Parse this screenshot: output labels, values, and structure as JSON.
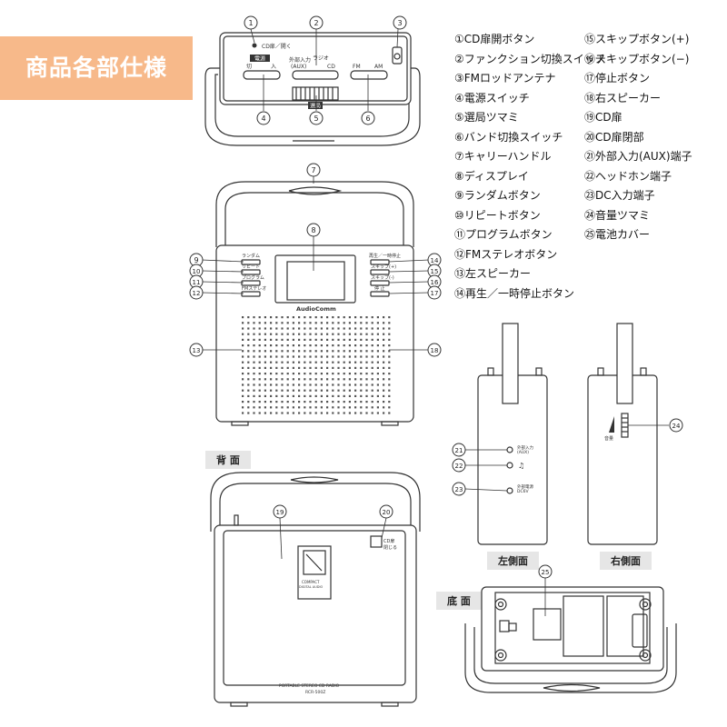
{
  "badge": "商品各部仕様",
  "legend_left": [
    "①CD扉開ボタン",
    "②ファンクション切換スイッチ",
    "③FMロッドアンテナ",
    "④電源スイッチ",
    "⑤選局ツマミ",
    "⑥バンド切換スイッチ",
    "⑦キャリーハンドル",
    "⑧ディスプレイ",
    "⑨ランダムボタン",
    "⑩リピートボタン",
    "⑪プログラムボタン",
    "⑫FMステレオボタン",
    "⑬左スピーカー",
    "⑭再生／一時停止ボタン"
  ],
  "legend_right": [
    "⑮スキップボタン(+)",
    "⑯スキップボタン(−)",
    "⑰停止ボタン",
    "⑱右スピーカー",
    "⑲CD扉",
    "⑳CD扉閉部",
    "㉑外部入力(AUX)端子",
    "㉒ヘッドホン端子",
    "㉓DC入力端子",
    "㉔音量ツマミ",
    "㉕電池カバー"
  ],
  "view_labels": {
    "back": "背 面",
    "left": "左側面",
    "right": "右側面",
    "bottom": "底 面"
  },
  "top_view": {
    "cd_open": "CD扉／開く",
    "power": "電源",
    "power_off": "切",
    "power_on": "入",
    "aux": "外部入力\n(AUX)",
    "radio": "ラジオ",
    "cd": "CD",
    "fm": "FM",
    "am": "AM",
    "tuning": "選局"
  },
  "front_view": {
    "random": "ランダム",
    "repeat": "リピート",
    "program": "プログラム",
    "fm_stereo": "FMステレオ",
    "play_pause": "再生／一時停止",
    "skip_plus": "スキップ(+)",
    "skip_minus": "スキップ(-)",
    "stop": "停 止",
    "brand": "AudioComm"
  },
  "back_view": {
    "cd_close": "CD扉\n閉じる",
    "product": "PORTABLE STEREO CD RADIO",
    "model": "RCR-500Z",
    "cd_logo": "COMPACT\nDIGITAL AUDIO"
  },
  "left_view": {
    "aux": "外部入力\n(AUX)",
    "dc": "外部電源\nDC6V"
  },
  "right_view": {
    "volume": "音量"
  },
  "callouts": {
    "top": [
      "1",
      "2",
      "3",
      "4",
      "5",
      "6"
    ],
    "front": [
      "7",
      "8",
      "9",
      "10",
      "11",
      "12",
      "13",
      "14",
      "15",
      "16",
      "17",
      "18"
    ],
    "back": [
      "19",
      "20"
    ],
    "side": [
      "21",
      "22",
      "23",
      "24"
    ],
    "bottom": [
      "25"
    ]
  }
}
